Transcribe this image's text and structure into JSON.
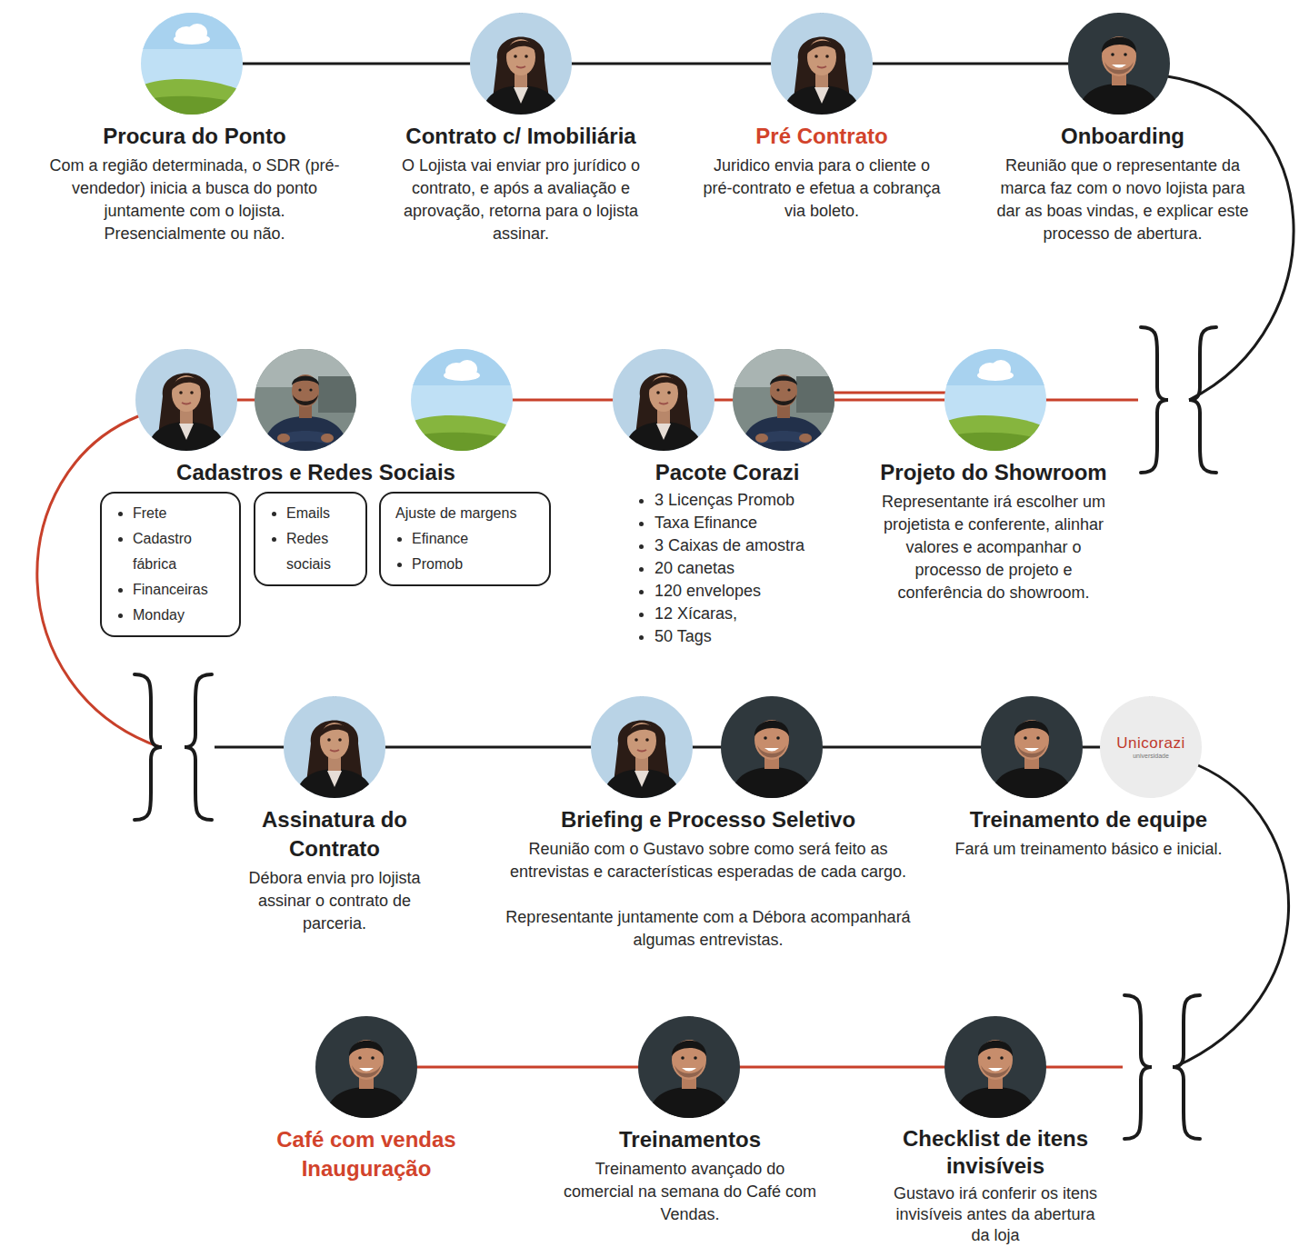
{
  "diagram": {
    "nodes": [
      {
        "text": [
          "Procura do Ponto",
          "Com a região determinada, o SDR (pré-vendedor) inicia a busca do ponto juntamente com o lojista. Presencialmente ou não."
        ]
      },
      {
        "text": [
          "Contrato c/ Imobiliária",
          "O Lojista vai enviar pro jurídico o contrato, e após a avaliação e aprovação, retorna para o lojista assinar."
        ]
      },
      {
        "text": [
          "Pré Contrato",
          "Juridico envia para o cliente o pré-contrato e efetua a cobrança via boleto."
        ]
      },
      {
        "text": [
          "Onboarding",
          "Reunião que o representante da marca faz com o novo lojista para dar as boas vindas, e explicar este processo de abertura."
        ]
      },
      {
        "text": [
          "Projeto do Showroom",
          "Representante irá escolher um projetista e conferente, alinhar valores e acompanhar o processo de projeto e conferência do showroom."
        ]
      },
      {
        "text": [
          "Pacote Corazi",
          "3 Licenças Promob",
          "Taxa Efinance",
          "3 Caixas de amostra",
          "20 canetas",
          "120 envelopes",
          "12 Xícaras,",
          "50 Tags"
        ]
      },
      {
        "text": [
          "Cadastros e Redes Sociais"
        ]
      },
      {
        "text": [
          "Frete",
          "Cadastro fábrica",
          "Financeiras",
          "Monday"
        ]
      },
      {
        "text": [
          "Emails",
          "Redes sociais"
        ]
      },
      {
        "text": [
          "Ajuste de margens",
          "Efinance",
          "Promob"
        ]
      },
      {
        "text": [
          "Assinatura do Contrato",
          "Débora envia pro lojista assinar o contrato de parceria."
        ]
      },
      {
        "text": [
          "Briefing e Processo Seletivo",
          "Reunião com o Gustavo sobre como será feito as entrevistas e características esperadas de cada cargo.",
          "Representante juntamente com a Débora acompanhará algumas entrevistas."
        ]
      },
      {
        "text": [
          "Treinamento de equipe",
          "Fará um treinamento básico e inicial."
        ]
      },
      {
        "text": [
          "Checklist de itens invisíveis",
          "Gustavo irá conferir os itens invisíveis antes da abertura da loja"
        ]
      },
      {
        "text": [
          "Treinamentos",
          "Treinamento avançado do comercial na semana do Café com Vendas."
        ]
      },
      {
        "text": [
          "Café com vendas Inauguração"
        ]
      }
    ],
    "edges": [
      {
        "from": 0,
        "to": 1,
        "arrow": "none"
      },
      {
        "from": 1,
        "to": 2,
        "arrow": "none"
      },
      {
        "from": 2,
        "to": 3,
        "arrow": "none"
      },
      {
        "from": 3,
        "to": 4,
        "arrow": "none"
      },
      {
        "from": 4,
        "to": 5,
        "arrow": "none"
      },
      {
        "from": 5,
        "to": 6,
        "arrow": "none"
      },
      {
        "from": 6,
        "to": 10,
        "arrow": "none"
      },
      {
        "from": 10,
        "to": 11,
        "arrow": "none"
      },
      {
        "from": 11,
        "to": 12,
        "arrow": "none"
      },
      {
        "from": 12,
        "to": 13,
        "arrow": "none"
      },
      {
        "from": 13,
        "to": 14,
        "arrow": "none"
      },
      {
        "from": 14,
        "to": 15,
        "arrow": "none"
      }
    ],
    "labels": [
      "Unicorazi",
      "universidade"
    ]
  }
}
